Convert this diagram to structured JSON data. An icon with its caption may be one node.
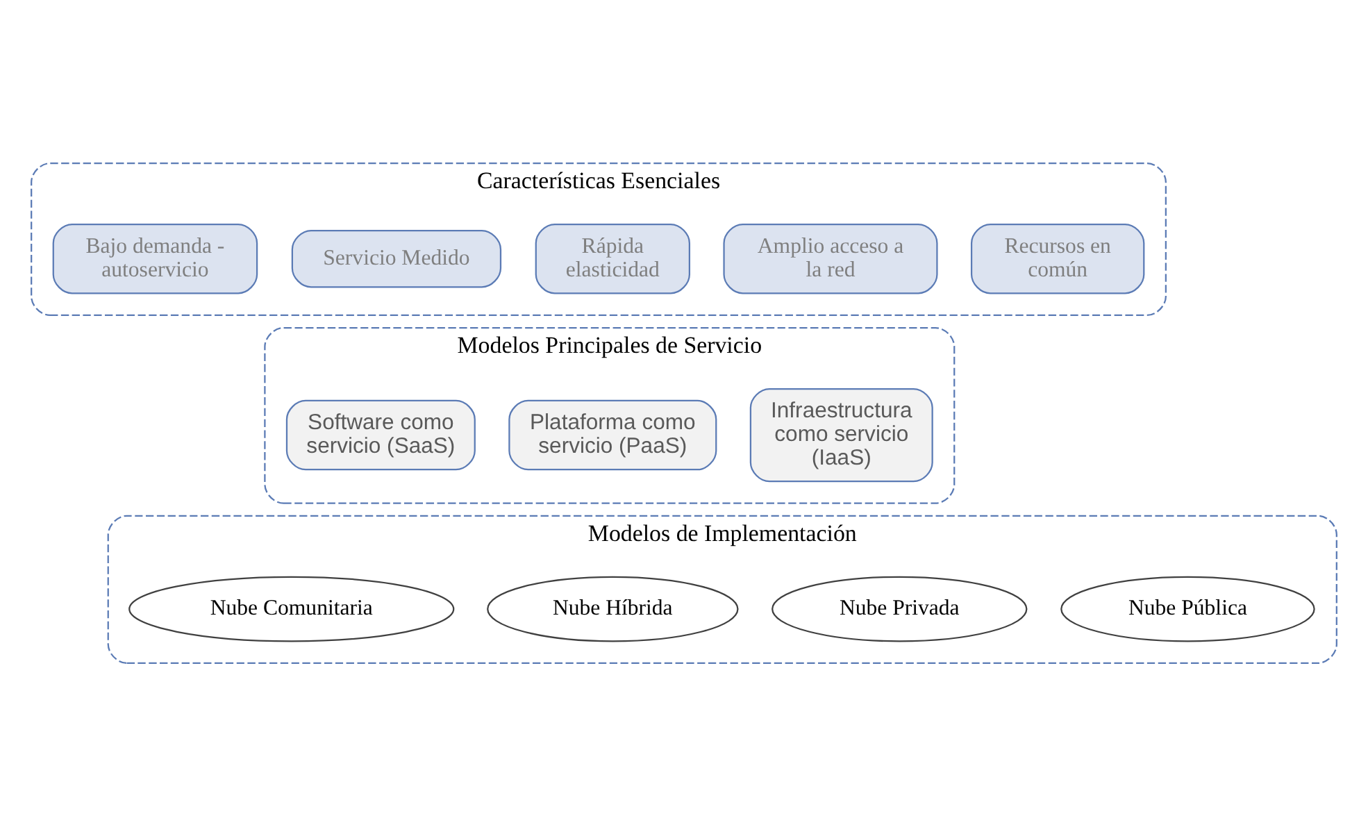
{
  "diagram": {
    "nodes": [
      {
        "text": [
          "Características Esenciales"
        ]
      },
      {
        "text": [
          "Recursos en común"
        ],
        "in": 0
      },
      {
        "text": [
          "Amplio acceso a la red"
        ],
        "in": 0
      },
      {
        "text": [
          "Rápida elasticidad"
        ],
        "in": 0
      },
      {
        "text": [
          "Servicio Medido"
        ],
        "in": 0
      },
      {
        "text": [
          "Bajo demanda - autoservicio"
        ],
        "in": 0
      },
      {
        "text": [
          "Modelos Principales de Servicio"
        ]
      },
      {
        "text": [
          "Infraestructura como servicio (IaaS)"
        ],
        "in": 6
      },
      {
        "text": [
          "Plataforma como servicio (PaaS)"
        ],
        "in": 6
      },
      {
        "text": [
          "Software como servicio (SaaS)"
        ],
        "in": 6
      },
      {
        "text": [
          "Modelos de Implementación"
        ]
      },
      {
        "text": [
          "Nube Pública"
        ],
        "in": 10
      },
      {
        "text": [
          "Nube Privada"
        ],
        "in": 10
      },
      {
        "text": [
          "Nube Híbrida"
        ],
        "in": 10
      },
      {
        "text": [
          "Nube Comunitaria"
        ],
        "in": 10
      }
    ]
  }
}
